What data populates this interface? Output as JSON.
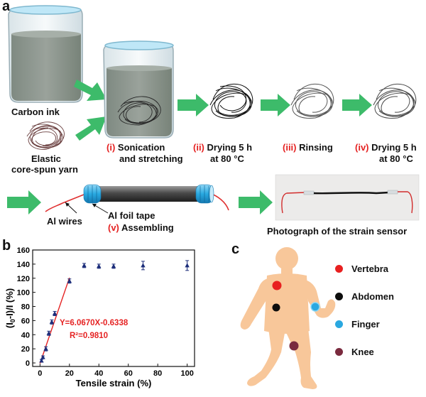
{
  "panel_a": {
    "letter": "a",
    "carbon_ink": "Carbon ink",
    "yarn_line1": "Elastic",
    "yarn_line2": "core-spun yarn",
    "steps": [
      {
        "num": "(i)",
        "line1": "Sonication",
        "line2": "and stretching"
      },
      {
        "num": "(ii)",
        "line1": "Drying  5 h",
        "line2": "at 80 °C"
      },
      {
        "num": "(iii)",
        "line1": "Rinsing",
        "line2": ""
      },
      {
        "num": "(iv)",
        "line1": "Drying 5 h",
        "line2": "at 80 °C"
      }
    ],
    "al_wires": "Al wires",
    "al_foil": "Al foil tape",
    "assembling_num": "(v)",
    "assembling": "Assembling",
    "photo_caption": "Photograph of the strain sensor",
    "colors": {
      "arrow": "#3dbb6a",
      "liquid": "#8d958d",
      "foil": "#29a9e1",
      "wire": "#e03030"
    }
  },
  "panel_b": {
    "letter": "b",
    "chart_data": {
      "type": "scatter",
      "xlabel": "Tensile strain (%)",
      "ylabel": "(I0-I)/I (%)",
      "xlim": [
        -5,
        105
      ],
      "ylim": [
        -5,
        160
      ],
      "xticks": [
        0,
        20,
        40,
        60,
        80,
        100
      ],
      "yticks": [
        0,
        20,
        40,
        60,
        80,
        100,
        120,
        140,
        160
      ],
      "points": [
        {
          "x": 1,
          "y": 3,
          "err": 2
        },
        {
          "x": 2,
          "y": 8,
          "err": 2
        },
        {
          "x": 4,
          "y": 20,
          "err": 3
        },
        {
          "x": 6,
          "y": 42,
          "err": 3
        },
        {
          "x": 8,
          "y": 58,
          "err": 3
        },
        {
          "x": 10,
          "y": 70,
          "err": 3
        },
        {
          "x": 20,
          "y": 116,
          "err": 3
        },
        {
          "x": 30,
          "y": 138,
          "err": 3
        },
        {
          "x": 40,
          "y": 137,
          "err": 3
        },
        {
          "x": 50,
          "y": 137,
          "err": 3
        },
        {
          "x": 70,
          "y": 138,
          "err": 6
        },
        {
          "x": 100,
          "y": 138,
          "err": 7
        }
      ],
      "fit": {
        "slope": 6.067,
        "intercept": -0.6338,
        "x_range": [
          0,
          20
        ]
      },
      "equation": "Y=6.0670X-0.6338",
      "r2": "R²=0.9810",
      "marker_color": "#1c2d7a",
      "fit_color": "#e52222"
    }
  },
  "panel_c": {
    "letter": "c",
    "legend": [
      {
        "label": "Vertebra",
        "color": "#e82020"
      },
      {
        "label": "Abdomen",
        "color": "#0d0d0d"
      },
      {
        "label": "Finger",
        "color": "#2aa8e0"
      },
      {
        "label": "Knee",
        "color": "#7a2a3e"
      }
    ],
    "skin_color": "#f8c79a"
  }
}
